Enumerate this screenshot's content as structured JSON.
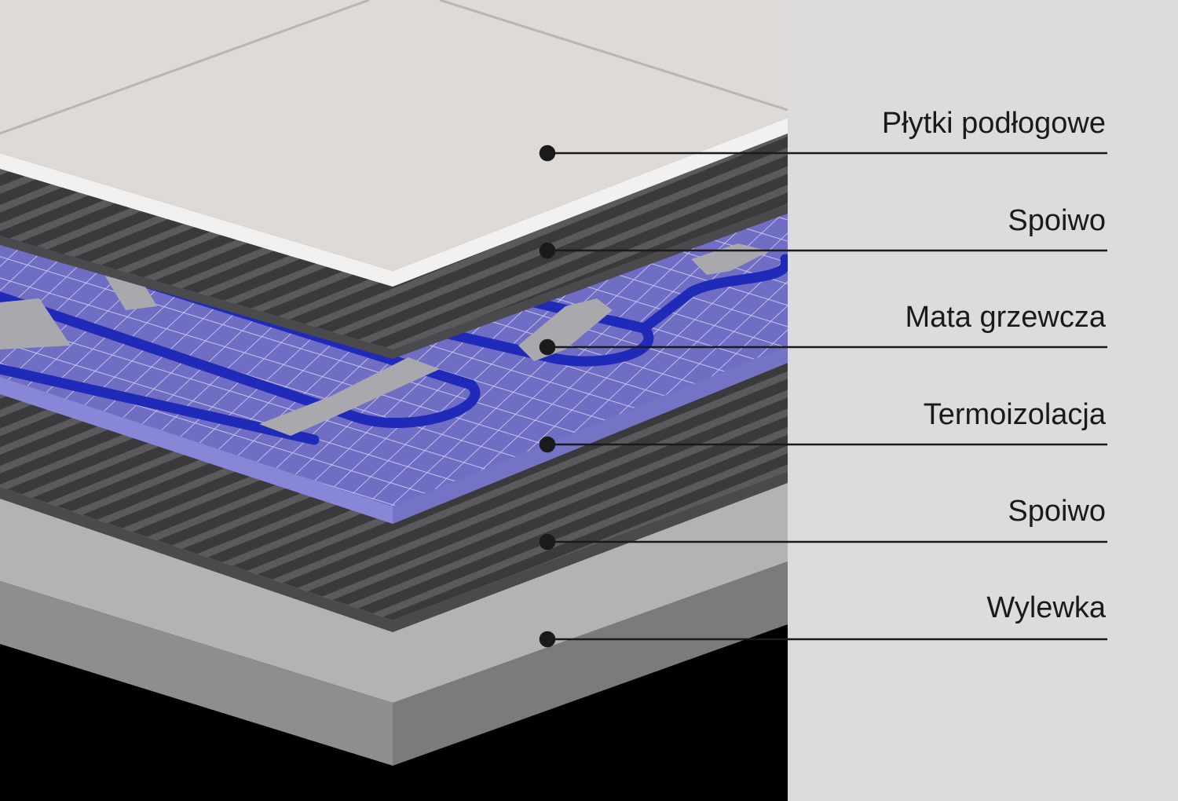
{
  "layers": [
    {
      "label": "Płytki podłogowe"
    },
    {
      "label": "Spoiwo"
    },
    {
      "label": "Mata grzewcza"
    },
    {
      "label": "Termoizolacja"
    },
    {
      "label": "Spoiwo"
    },
    {
      "label": "Wylewka"
    }
  ],
  "colors": {
    "cable": "#1f2bb8",
    "insulation": "#8886d6",
    "tile": "#dddad7",
    "adhesive": "#3b3b3d",
    "screed": "#a3a3a3"
  }
}
